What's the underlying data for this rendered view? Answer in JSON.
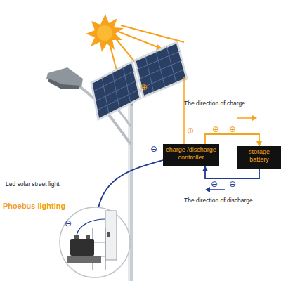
{
  "diagram": {
    "nodes": [
      {
        "text": [
          "charge /discharge controller"
        ]
      },
      {
        "text": [
          "storage battery"
        ]
      }
    ],
    "edges": [
      {
        "from": 0,
        "to": 1,
        "arrow": "to"
      },
      {
        "from": 1,
        "to": 0,
        "arrow": "to"
      }
    ],
    "labels": [
      "The direction of charge",
      "The direction of discharge",
      "Led solar street light",
      "Phoebus lighting",
      "⊕",
      "⊕",
      "⊕",
      "⊕",
      "⊖",
      "⊖",
      "⊖",
      "⊖"
    ]
  }
}
